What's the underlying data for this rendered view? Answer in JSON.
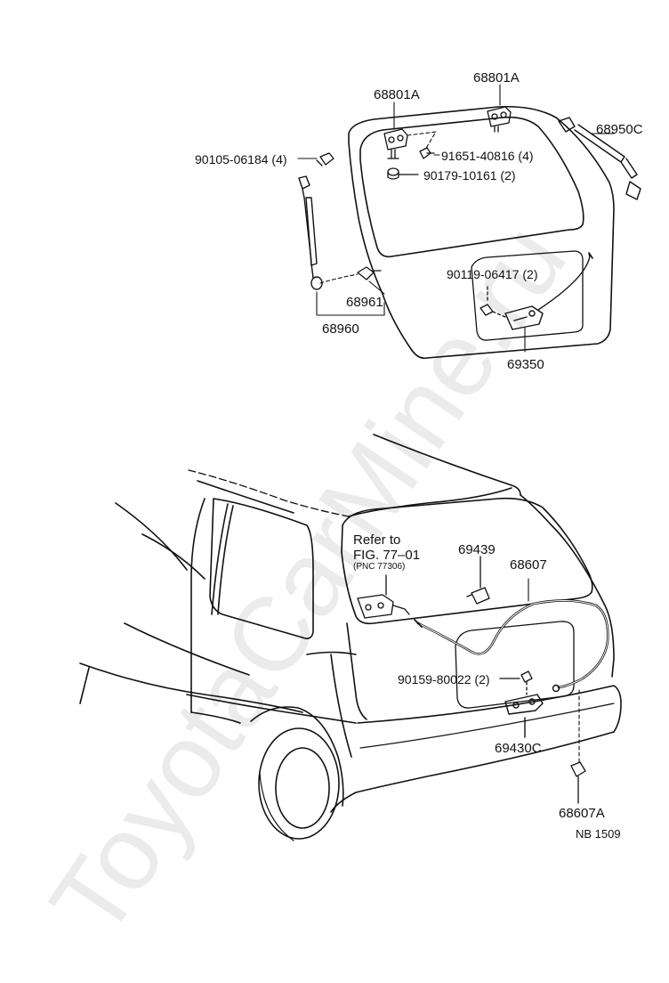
{
  "labels": {
    "hinge_left": "68801A",
    "hinge_right": "68801A",
    "bolt_left": "90105-06184 (4)",
    "bolt_91651": "91651-40816 (4)",
    "bush_90179": "90179-10161 (2)",
    "stay_right": "68950C",
    "screw_90119": "90119-06417 (2)",
    "clip_68961": "68961",
    "stay_left": "68960",
    "lock_69350": "69350",
    "refer_line1": "Refer to",
    "refer_line2": "FIG. 77–01",
    "refer_line3": "(PNC 77306)",
    "part_69439": "69439",
    "cable_68607": "68607",
    "screw_90159": "90159-80022 (2)",
    "striker_69430c": "69430C",
    "part_68607a": "68607A",
    "figure_code": "NB 1509"
  },
  "watermark": "ToyotaCarMine.ru"
}
